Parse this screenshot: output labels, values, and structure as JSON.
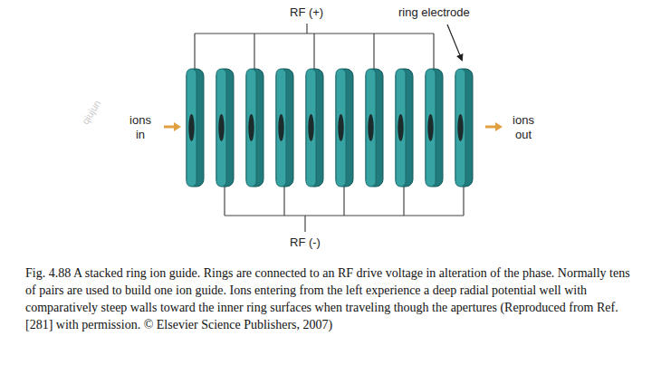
{
  "diagram": {
    "caption": "Fig. 4.88 A stacked ring ion guide. Rings are connected to an RF drive voltage in alteration of the phase. Normally tens of pairs are used to build one ion guide. Ions entering from the left experience a deep radial potential well with comparatively steep walls toward the inner ring surfaces when traveling though the apertures (Reproduced from Ref. [281] with permission. © Elsevier Science Publishers, 2007)",
    "labels": [
      "RF (+)",
      "ring electrode",
      "ions in",
      "ions out",
      "RF (-)",
      "qiujun"
    ]
  }
}
